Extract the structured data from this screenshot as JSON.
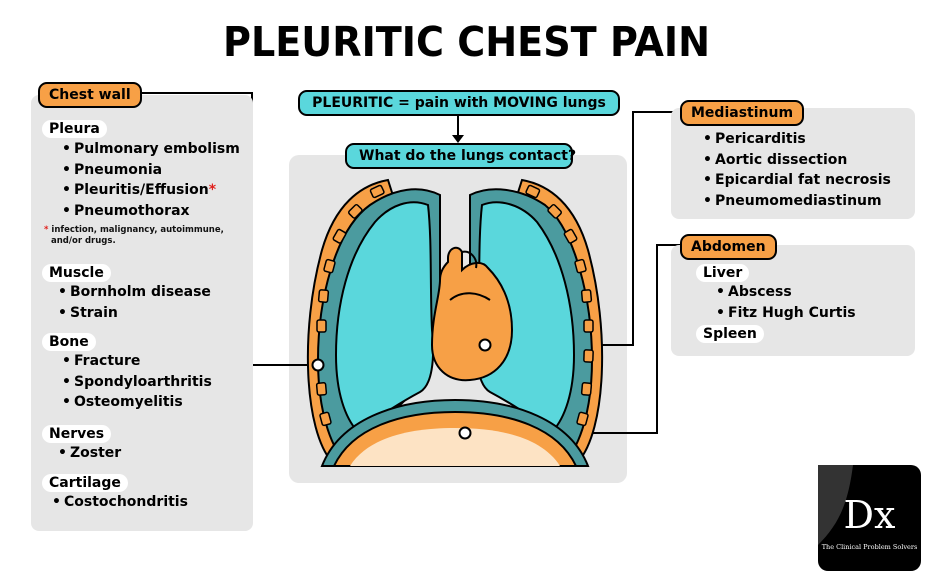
{
  "title": "PLEURITIC CHEST PAIN",
  "definition": "PLEURITIC = pain with MOVING lungs",
  "question": "What do the lungs contact?",
  "chest_wall": {
    "label": "Chest wall",
    "groups": [
      {
        "name": "Pleura",
        "items": [
          "Pulmonary embolism",
          "Pneumonia",
          "Pleuritis/Effusion",
          "Pneumothorax"
        ]
      },
      {
        "name": "Muscle",
        "items": [
          "Bornholm disease",
          "Strain"
        ]
      },
      {
        "name": "Bone",
        "items": [
          "Fracture",
          "Spondyloarthritis",
          "Osteomyelitis"
        ]
      },
      {
        "name": "Nerves",
        "items": [
          "Zoster"
        ]
      },
      {
        "name": "Cartilage",
        "items": [
          "Costochondritis"
        ]
      }
    ],
    "footnote_star": "*",
    "footnote_line1": "infection, malignancy, autoimmune,",
    "footnote_line2": "and/or drugs."
  },
  "mediastinum": {
    "label": "Mediastinum",
    "items": [
      "Pericarditis",
      "Aortic dissection",
      "Epicardial fat necrosis",
      "Pneumomediastinum"
    ]
  },
  "abdomen": {
    "label": "Abdomen",
    "liver": "Liver",
    "liver_items": [
      "Abscess",
      "Fitz Hugh Curtis"
    ],
    "spleen": "Spleen"
  },
  "logo": {
    "mark": "Dx",
    "caption": "The Clinical Problem Solvers"
  },
  "colors": {
    "orange": "#f7a046",
    "teal": "#5ad7dc",
    "lung_border": "#4b9b9f",
    "panel": "#e6e6e6"
  }
}
